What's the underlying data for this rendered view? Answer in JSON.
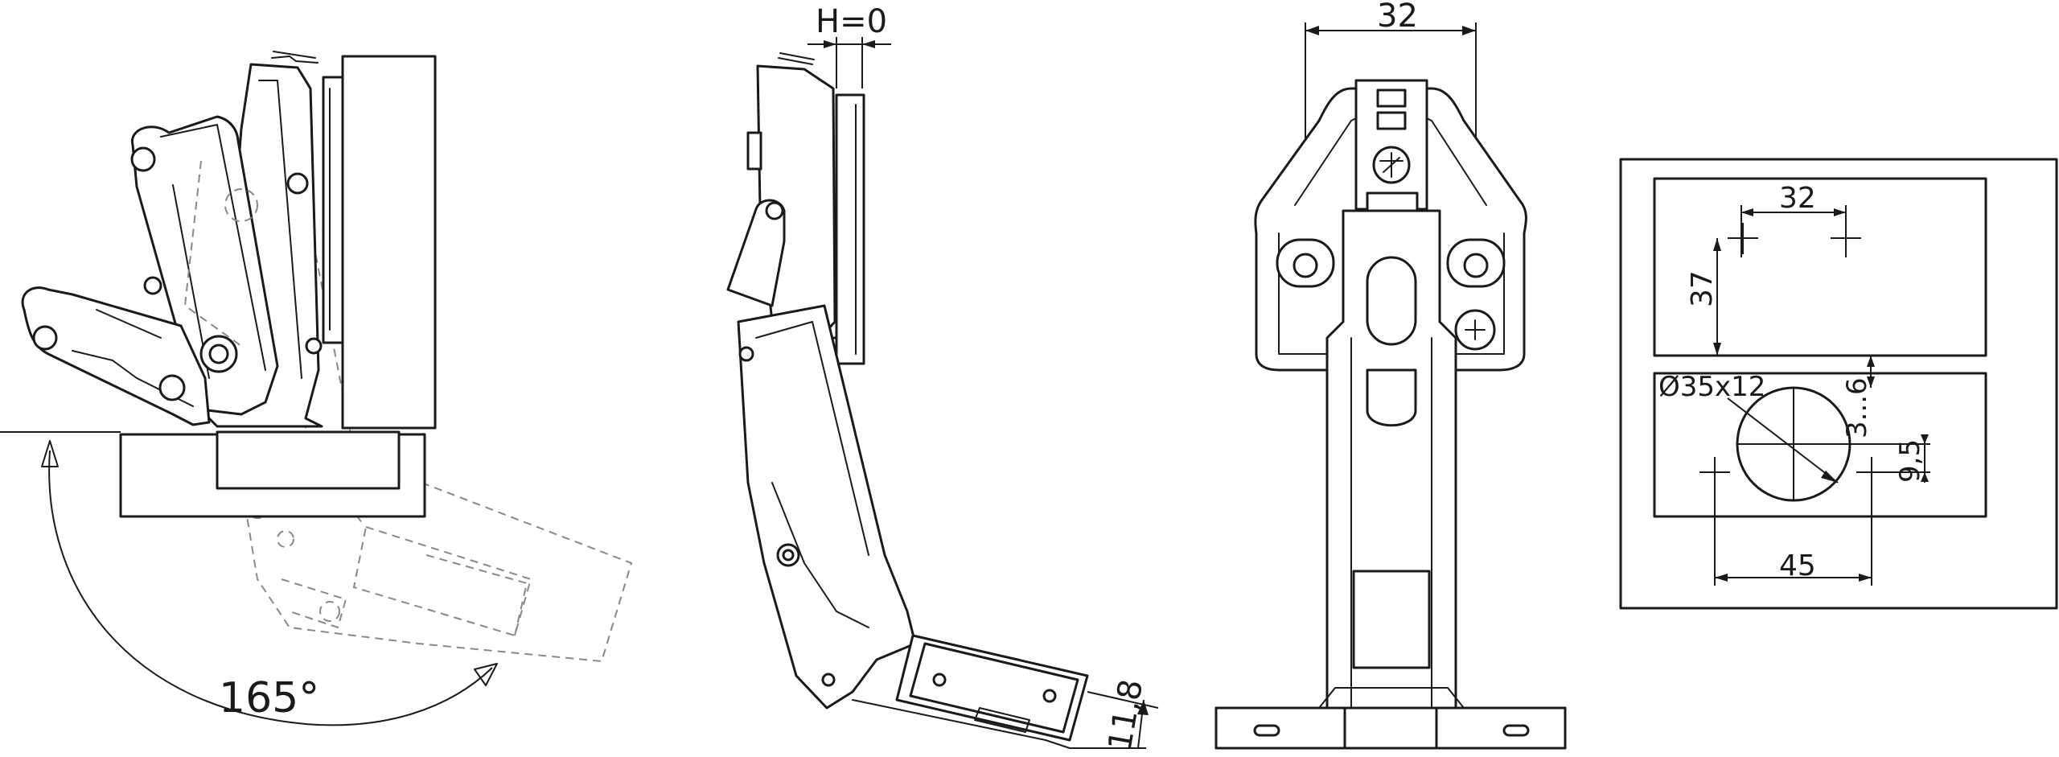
{
  "views": {
    "opening_view": {
      "angle_label": "165°"
    },
    "side_view": {
      "overlay_label": "H=0",
      "cup_depth_label": "11,8"
    },
    "front_view": {
      "hole_spacing_label": "32"
    },
    "drilling_template": {
      "plate_hole_spacing": "32",
      "plate_depth": "37",
      "cup_label": "Ø35x12",
      "edge_distance": "3...6",
      "cup_offset": "9,5",
      "dowel_spacing": "45"
    }
  }
}
